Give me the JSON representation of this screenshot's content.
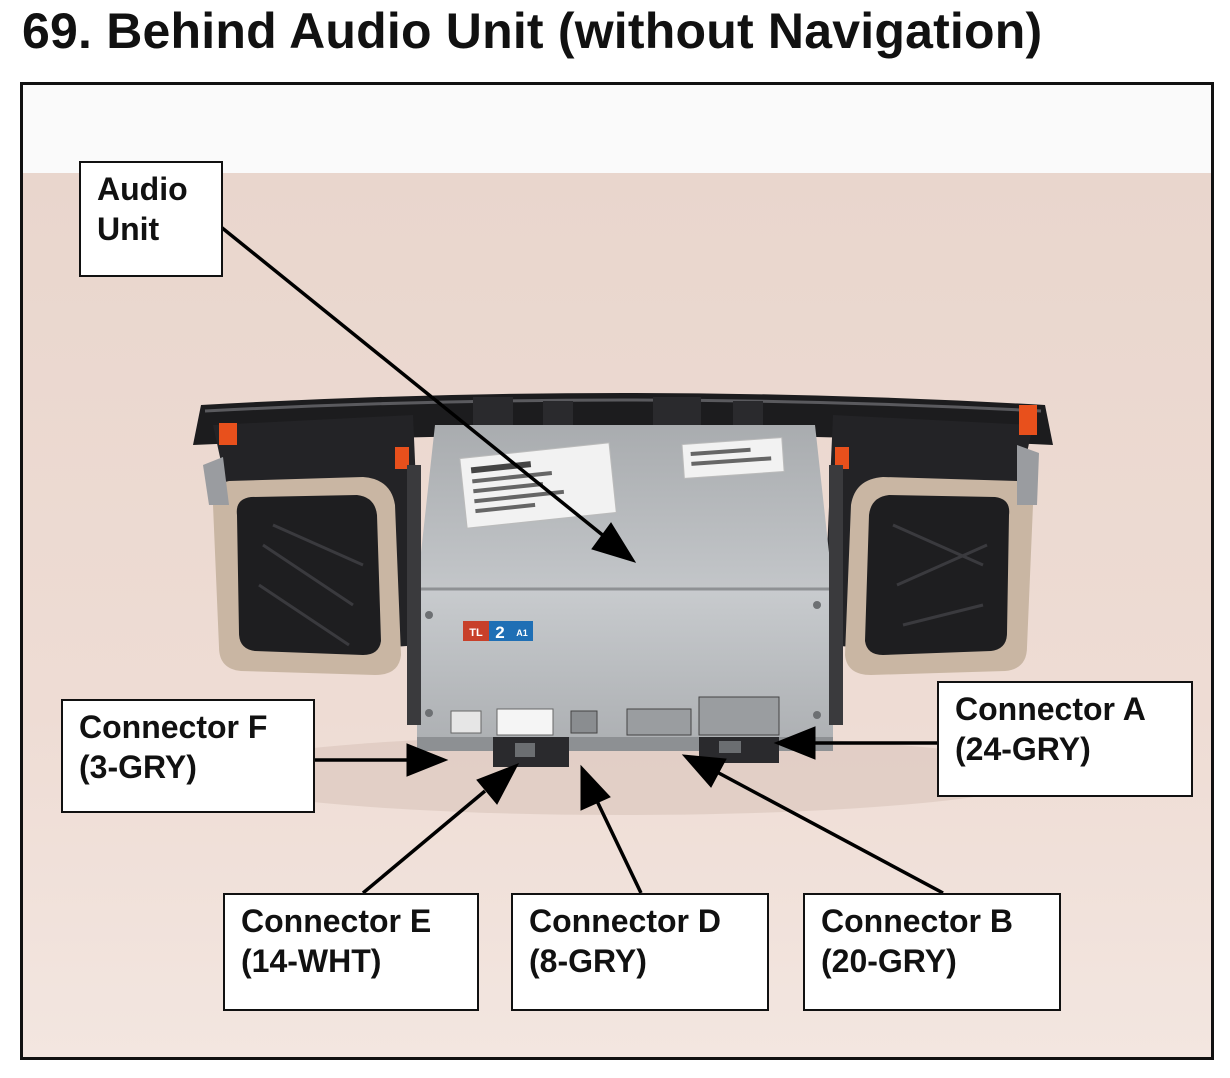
{
  "title": "69.  Behind Audio Unit (without Navigation)",
  "callouts": {
    "audio_unit": {
      "line1": "Audio",
      "line2": "Unit"
    },
    "connector_f": {
      "line1": "Connector F",
      "line2": "(3-GRY)"
    },
    "connector_a": {
      "line1": "Connector A",
      "line2": "(24-GRY)"
    },
    "connector_e": {
      "line1": "Connector E",
      "line2": "(14-WHT)"
    },
    "connector_d": {
      "line1": "Connector D",
      "line2": "(8-GRY)"
    },
    "connector_b": {
      "line1": "Connector B",
      "line2": "(20-GRY)"
    }
  },
  "unit_badge": {
    "part1": "TL",
    "part2": "2",
    "part3": "A1"
  },
  "colors": {
    "backdrop": "#ead6cc",
    "housing": "#b9bcbf",
    "trim": "#1c1c1e",
    "vent_surround": "#c9b6a3",
    "clip_orange": "#e8501c",
    "badge_red": "#c8402a",
    "badge_blue": "#1f6fb5"
  }
}
